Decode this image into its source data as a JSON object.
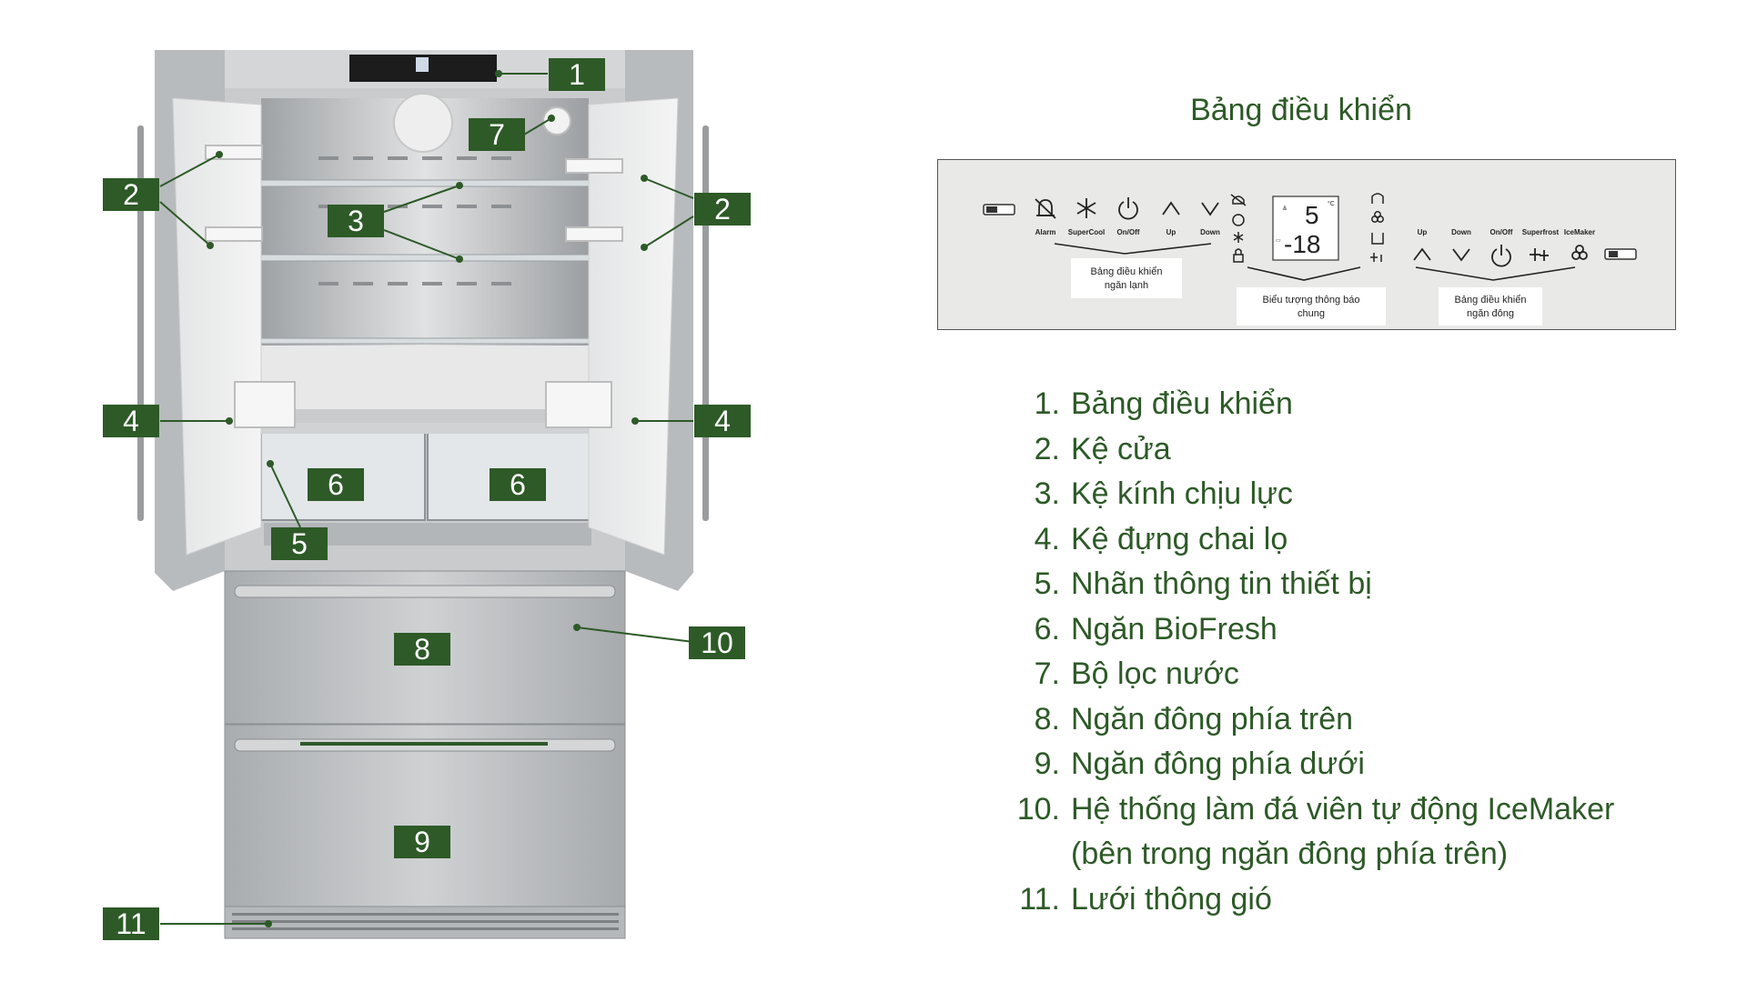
{
  "panel_title": "Bảng điều khiển",
  "callouts": [
    "1",
    "2",
    "2",
    "3",
    "4",
    "4",
    "5",
    "6",
    "6",
    "7",
    "8",
    "9",
    "10",
    "11"
  ],
  "control_panel": {
    "left_buttons": [
      "Alarm",
      "SuperCool",
      "On/Off",
      "Up",
      "Down"
    ],
    "right_buttons": [
      "Up",
      "Down",
      "On/Off",
      "Superfrost",
      "IceMaker"
    ],
    "display_top": "5",
    "display_bottom": "-18",
    "label_fridge": [
      "Bảng điều khiển",
      "ngăn lạnh"
    ],
    "label_general": [
      "Biểu tượng thông báo",
      "chung"
    ],
    "label_freezer": [
      "Bảng điều khiển",
      "ngăn đông"
    ]
  },
  "legend": [
    {
      "num": "1.",
      "text": "Bảng điều khiển"
    },
    {
      "num": "2.",
      "text": "Kệ cửa"
    },
    {
      "num": "3.",
      "text": "Kệ kính chịu lực"
    },
    {
      "num": "4.",
      "text": "Kệ đựng chai lọ"
    },
    {
      "num": "5.",
      "text": "Nhãn thông tin thiết bị"
    },
    {
      "num": "6.",
      "text": "Ngăn BioFresh"
    },
    {
      "num": "7.",
      "text": "Bộ lọc nước"
    },
    {
      "num": "8.",
      "text": "Ngăn đông phía trên"
    },
    {
      "num": "9.",
      "text": "Ngăn đông phía dưới"
    },
    {
      "num": "10.",
      "text": "Hệ thống làm đá viên tự động IceMaker",
      "text2": "(bên trong ngăn đông phía trên)"
    },
    {
      "num": "11.",
      "text": "Lưới thông gió"
    }
  ],
  "colors": {
    "accent": "#2d5a27",
    "steel": "#b9bcbf",
    "panel_bg": "#e9e9e8"
  }
}
